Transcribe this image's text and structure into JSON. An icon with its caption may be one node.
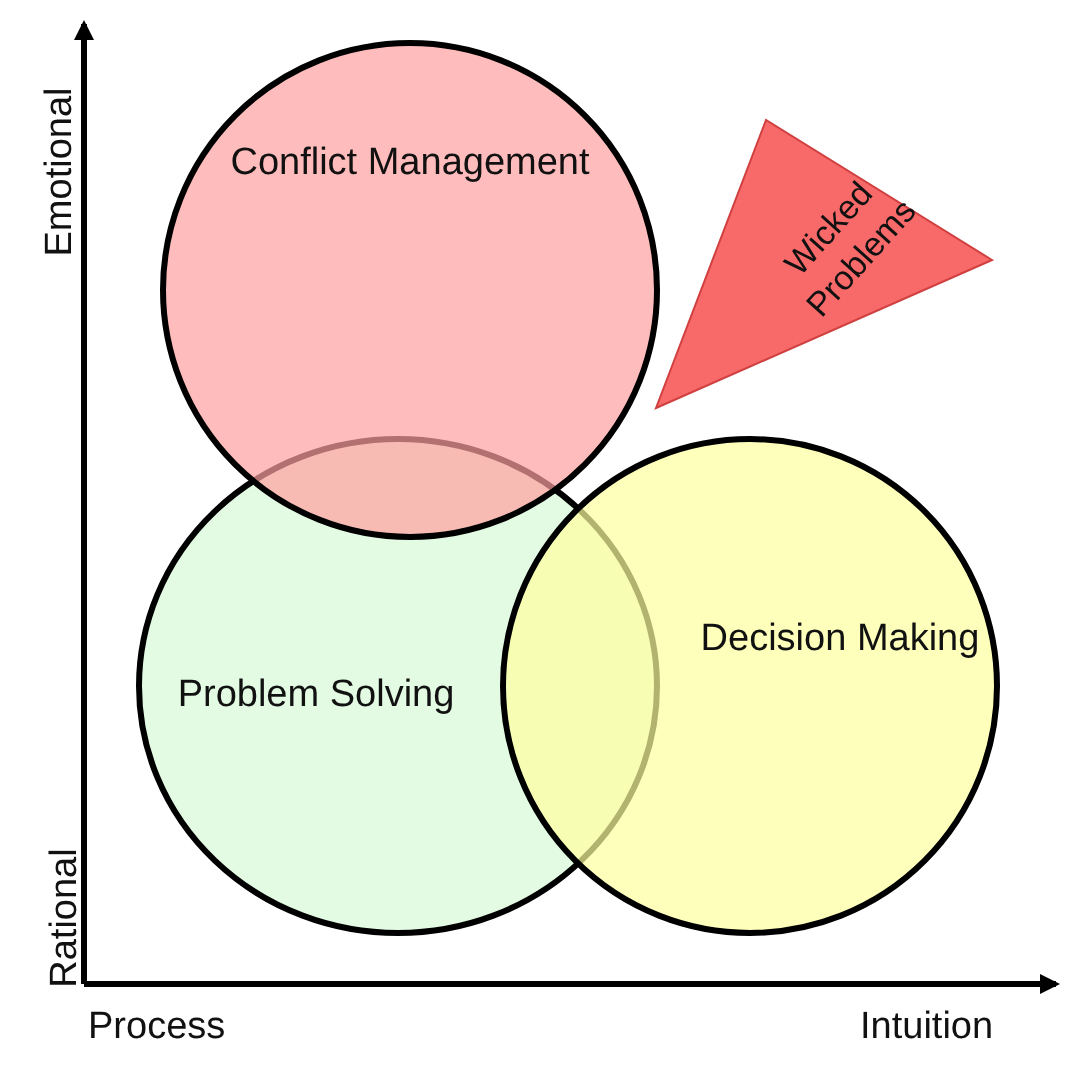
{
  "diagram": {
    "nodes": [
      {
        "text": [
          "Conflict Management"
        ]
      },
      {
        "text": [
          "Problem Solving"
        ]
      },
      {
        "text": [
          "Decision Making"
        ]
      },
      {
        "text": [
          "Wicked Problems"
        ]
      }
    ],
    "edges": [],
    "labels": [
      "Emotional",
      "Rational",
      "Process",
      "Intuition"
    ]
  }
}
